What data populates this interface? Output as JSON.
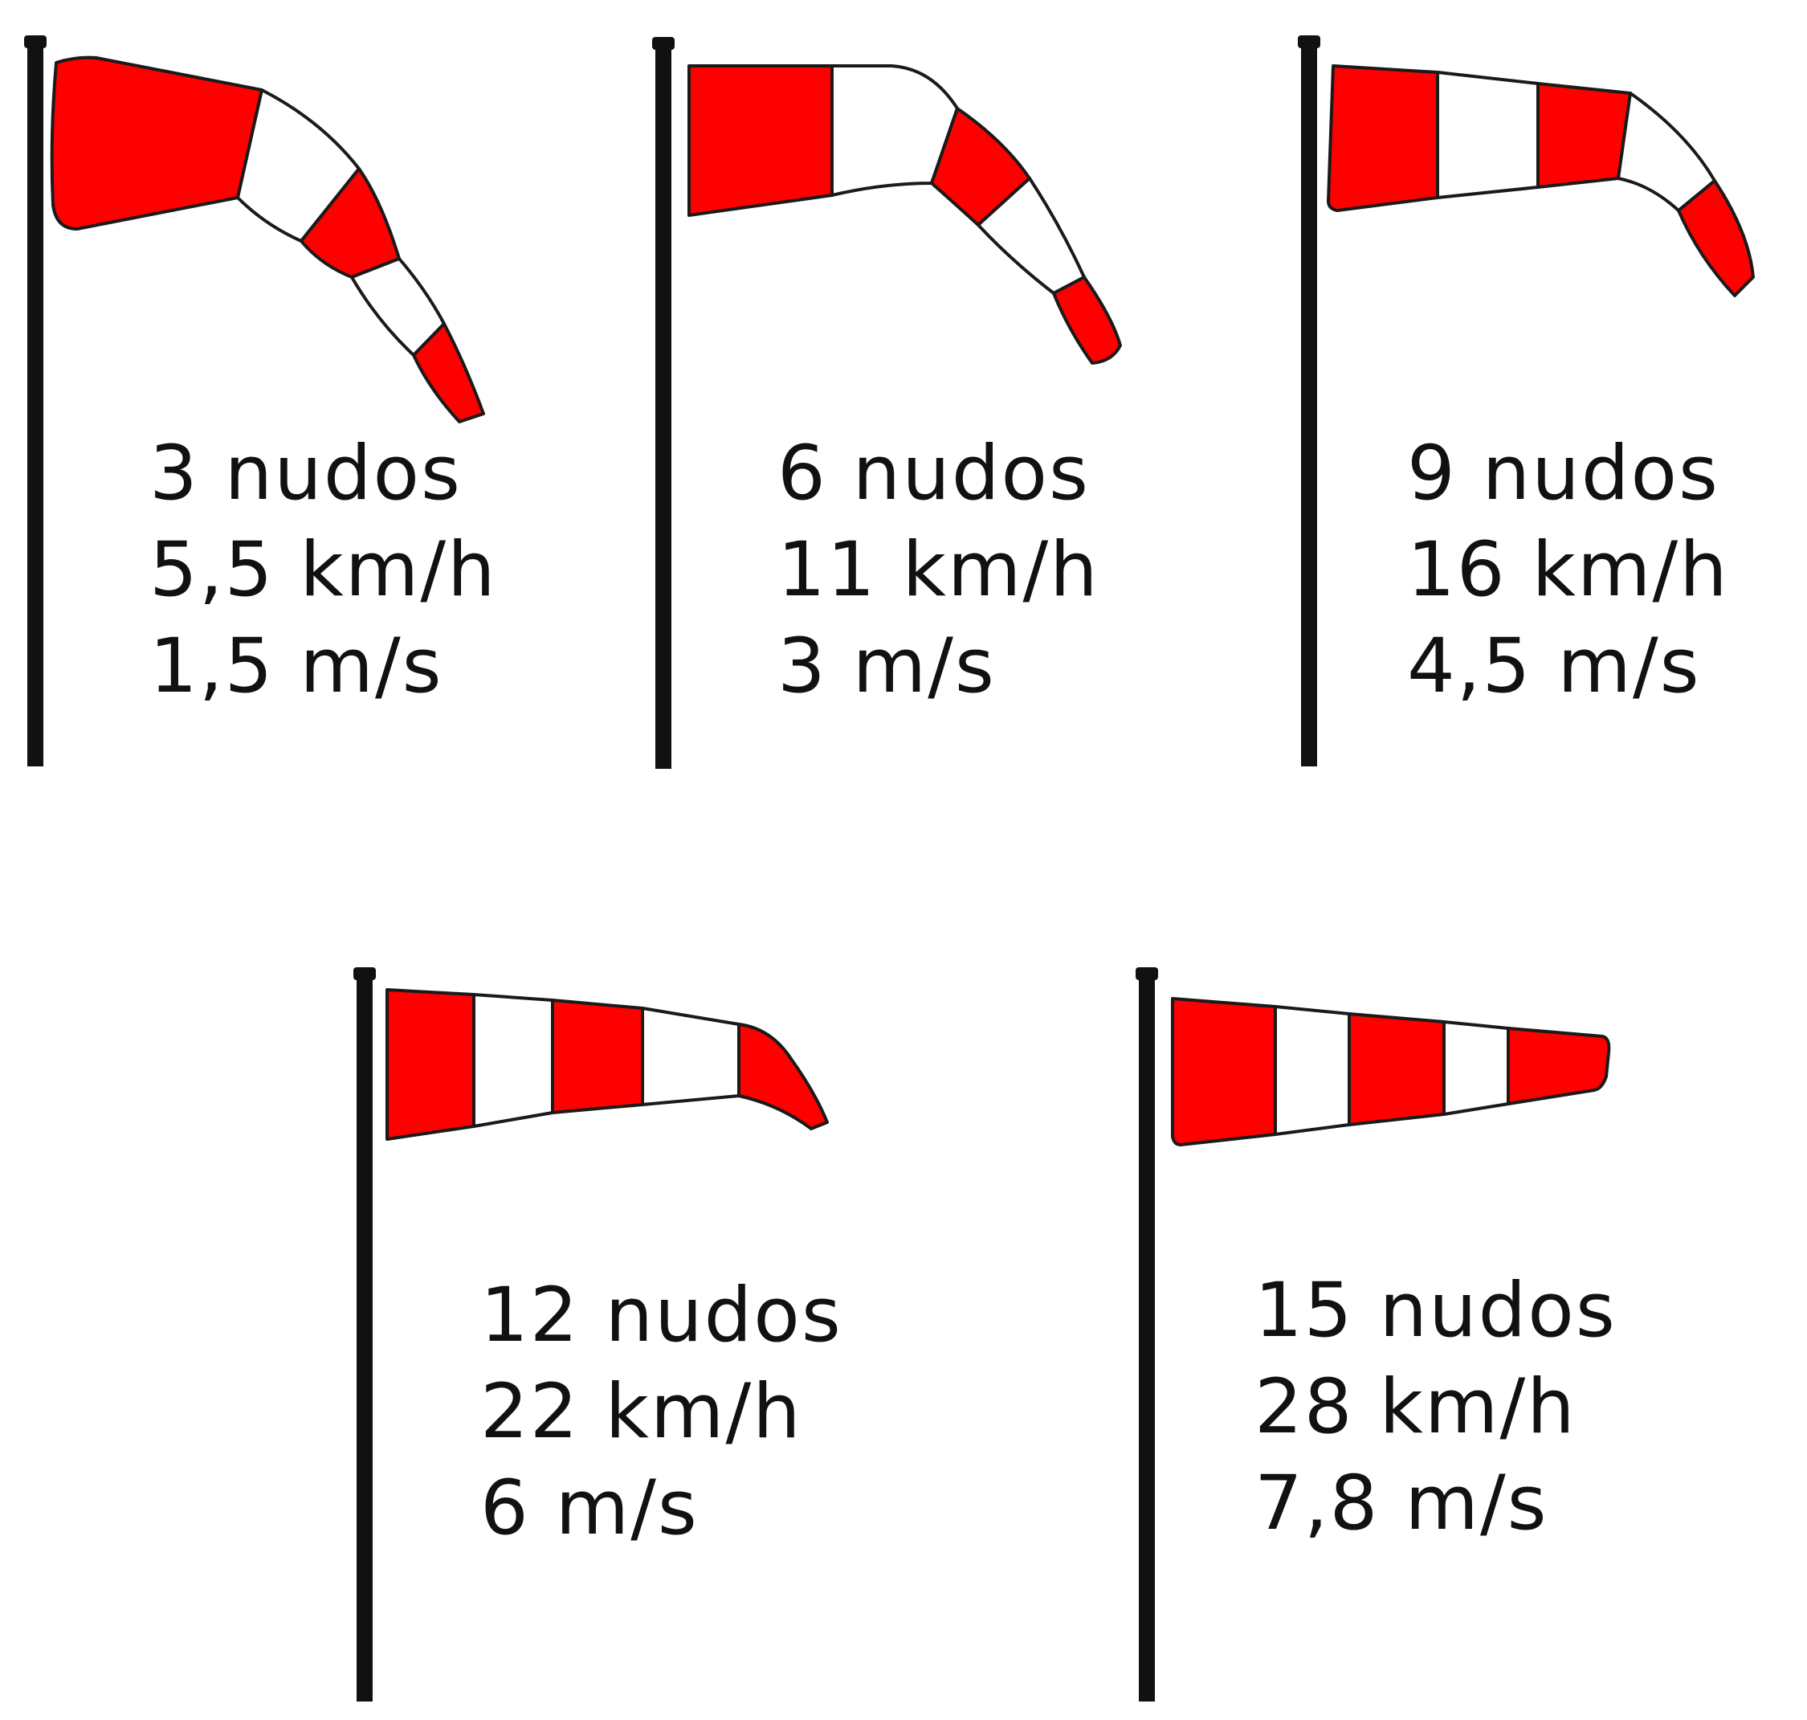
{
  "colors": {
    "sock_red": "#ff0000",
    "sock_white": "#ffffff",
    "outline": "#1a1a1a",
    "pole": "#111111",
    "text": "#111111"
  },
  "windsocks": [
    {
      "knots": "3 nudos",
      "kmh": "5,5 km/h",
      "ms": "1,5 m/s"
    },
    {
      "knots": "6 nudos",
      "kmh": "11 km/h",
      "ms": "3 m/s"
    },
    {
      "knots": "9 nudos",
      "kmh": "16 km/h",
      "ms": "4,5 m/s"
    },
    {
      "knots": "12 nudos",
      "kmh": "22 km/h",
      "ms": "6 m/s"
    },
    {
      "knots": "15 nudos",
      "kmh": "28 km/h",
      "ms": "7,8 m/s"
    }
  ]
}
